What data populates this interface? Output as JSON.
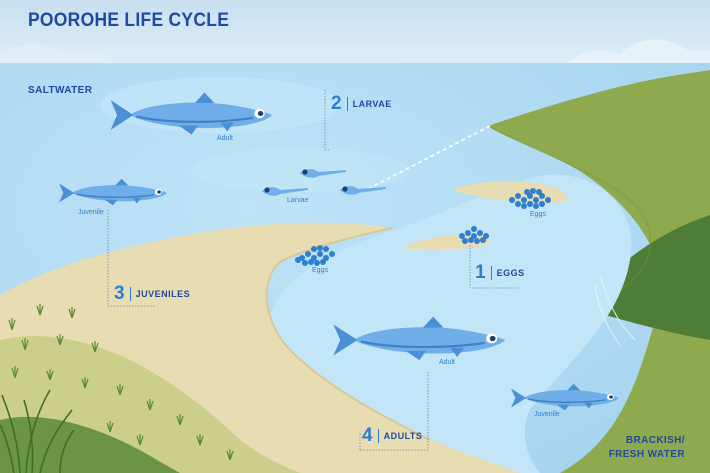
{
  "title": "POOROHE LIFE CYCLE",
  "zones": {
    "saltwater": "SALTWATER",
    "brackish_line1": "BRACKISH/",
    "brackish_line2": "FRESH WATER"
  },
  "stages": [
    {
      "number": "1",
      "label": "EGGS"
    },
    {
      "number": "2",
      "label": "LARVAE"
    },
    {
      "number": "3",
      "label": "JUVENILES"
    },
    {
      "number": "4",
      "label": "ADULTS"
    }
  ],
  "captions": {
    "adult_sea": "Adult",
    "juvenile_sea": "Juvenile",
    "larvae": "Larvae",
    "eggs_right": "Eggs",
    "eggs_left": "Eggs",
    "adult_river": "Adult",
    "juvenile_river": "Juvenile"
  },
  "colors": {
    "title": "#1f4aa0",
    "sky": "#d2e7f4",
    "sea": "#aed9f2",
    "river": "#c4e6f8",
    "sand": "#e8dcb2",
    "hill": "#8aa34c",
    "hill_dark": "#4d7a34",
    "fish": "#6faee8",
    "eggs": "#2f7fd0"
  }
}
